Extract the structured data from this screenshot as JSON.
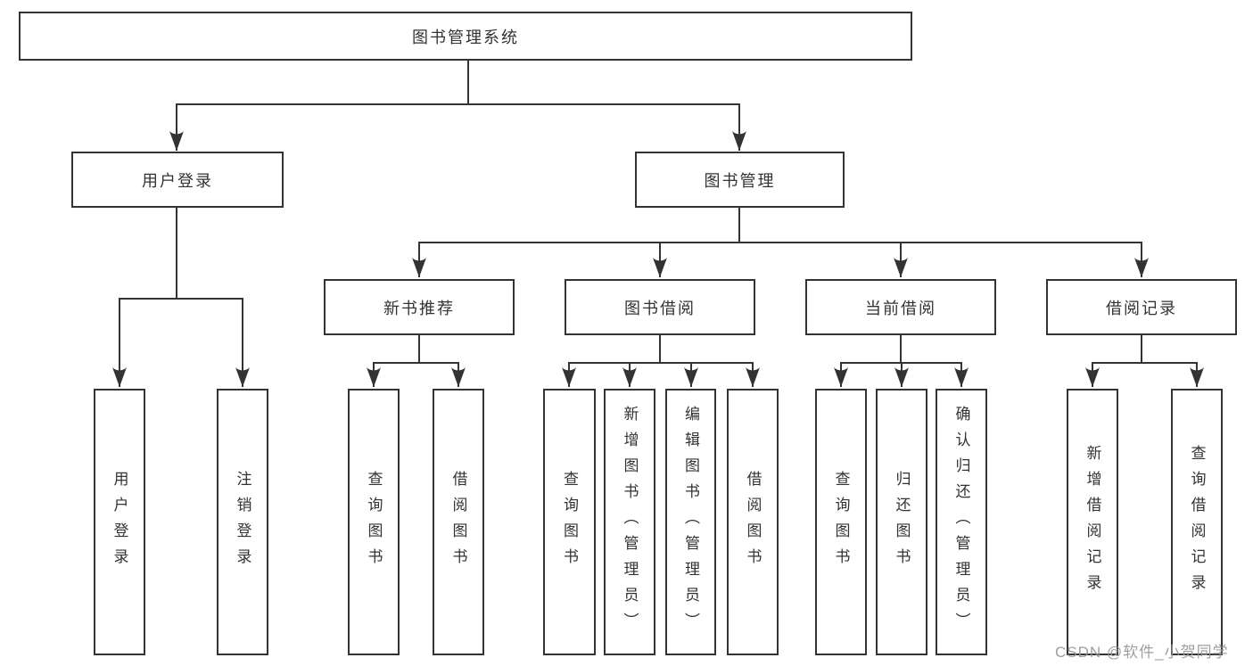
{
  "tree": {
    "label": "图书管理系统",
    "children": [
      {
        "label": "用户登录",
        "children": [
          {
            "label": "用户登录"
          },
          {
            "label": "注销登录"
          }
        ]
      },
      {
        "label": "图书管理",
        "children": [
          {
            "label": "新书推荐",
            "children": [
              {
                "label": "查询图书"
              },
              {
                "label": "借阅图书"
              }
            ]
          },
          {
            "label": "图书借阅",
            "children": [
              {
                "label": "查询图书"
              },
              {
                "label": "新增图书（管理员）"
              },
              {
                "label": "编辑图书（管理员）"
              },
              {
                "label": "借阅图书"
              }
            ]
          },
          {
            "label": "当前借阅",
            "children": [
              {
                "label": "查询图书"
              },
              {
                "label": "归还图书"
              },
              {
                "label": "确认归还（管理员）"
              }
            ]
          },
          {
            "label": "借阅记录",
            "children": [
              {
                "label": "新增借阅记录"
              },
              {
                "label": "查询借阅记录"
              }
            ]
          }
        ]
      }
    ]
  },
  "watermark": {
    "text": "CSDN @软件_小贺同学"
  },
  "colors": {
    "line": "#333333",
    "box_border": "#333333",
    "box_background": "#ffffff",
    "text": "#333333",
    "watermark": "#969696"
  }
}
